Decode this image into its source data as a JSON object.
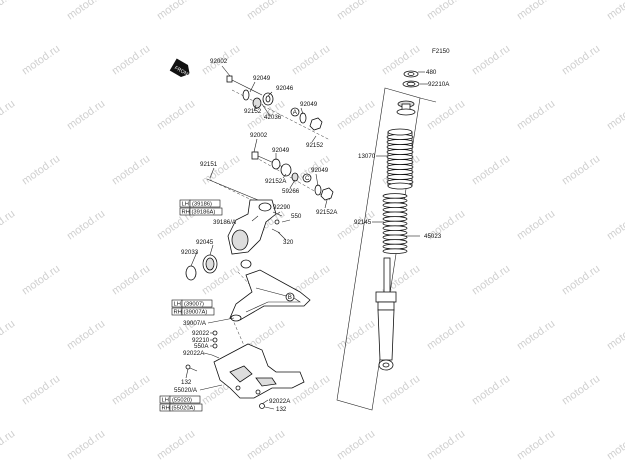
{
  "watermark": "motod.ru",
  "diagram_id": "F2150",
  "front_symbol": "FRONT",
  "callouts": {
    "a": "A",
    "b": "B",
    "c": "C"
  },
  "labels": {
    "p92002_top": "92002",
    "p92049_a": "92049",
    "p92046": "92046",
    "p92049_b": "92049",
    "p92152_a": "92152",
    "p42036": "42036",
    "p92002_mid": "92002",
    "p92152_b": "92152",
    "p92049_c": "92049",
    "p92151": "92151",
    "p92152A_a": "92152A",
    "p59266": "59266",
    "p92049_d": "92049",
    "p92152A_b": "92152A",
    "p92290": "92290",
    "p550": "550",
    "p39186A": "39186/A",
    "p92045": "92045",
    "p320": "320",
    "p92033": "92033",
    "p39007A": "39007/A",
    "p92022": "92022",
    "p92210": "92210",
    "p550A": "550A",
    "p92022A_a": "92022A",
    "p132_a": "132",
    "p55020A": "55020/A",
    "p92022A_b": "92022A",
    "p132_b": "132",
    "p480": "480",
    "p92210A": "92210A",
    "p13070": "13070",
    "p92145": "92145",
    "p45023": "45023"
  },
  "boxes": {
    "knuckle": {
      "lh": "LH",
      "lh_part": "(39186)",
      "rh": "RH",
      "rh_part": "(39186A)"
    },
    "arm": {
      "lh": "LH",
      "lh_part": "(39007)",
      "rh": "RH",
      "rh_part": "(39007A)"
    },
    "guard": {
      "lh": "LH",
      "lh_part": "(55020)",
      "rh": "RH",
      "rh_part": "(55020A)"
    }
  }
}
